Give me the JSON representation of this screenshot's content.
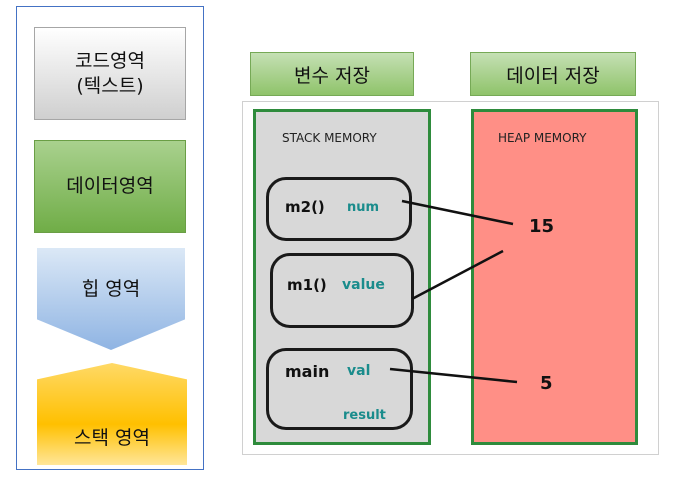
{
  "left_panel": {
    "code_area": [
      "코드영역",
      "(텍스트)"
    ],
    "data_area": "데이터영역",
    "heap_area": "힙 영역",
    "stack_area": "스택 영역"
  },
  "headers": {
    "variable_storage": "변수 저장",
    "data_storage": "데이터 저장"
  },
  "stack_memory": {
    "title": "STACK MEMORY",
    "frames": [
      {
        "name": "m2()",
        "vars": [
          "num"
        ]
      },
      {
        "name": "m1()",
        "vars": [
          "value"
        ]
      },
      {
        "name": "main",
        "vars": [
          "val",
          "result"
        ]
      }
    ]
  },
  "heap_memory": {
    "title": "HEAP MEMORY",
    "values": [
      "15",
      "5"
    ]
  },
  "colors": {
    "accent_border": "#2e8b3c",
    "heap_fill": "#ff8f86",
    "stack_fill": "#d8d8d8",
    "header_fill": "#8fc36a",
    "var_text": "#1a8c8c"
  }
}
